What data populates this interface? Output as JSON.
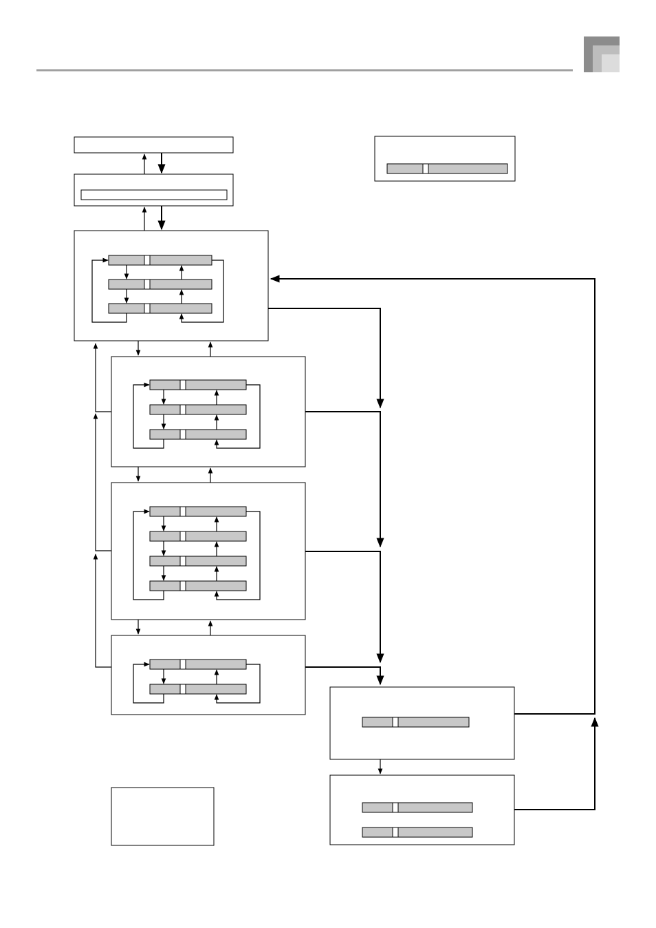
{
  "header": {
    "rule_color": "#a0a0a0",
    "tab_mark": {
      "outer_color": "#8c8c8c",
      "middle_color": "#bdbdbd",
      "inner_color": "#dcdcdc"
    }
  },
  "colors": {
    "box_stroke": "#000000",
    "bar_fill": "#c8c8c8",
    "bar_stroke": "#000000",
    "connector": "#000000"
  },
  "flowchart": {
    "top_box_label": "",
    "second_box_label": "",
    "legend_box_label": "",
    "menu_box_1": {
      "label": "",
      "items": 3
    },
    "menu_box_2": {
      "label": "",
      "items": 3
    },
    "menu_box_3": {
      "label": "",
      "items": 4
    },
    "menu_box_4": {
      "label": "",
      "items": 2
    },
    "result_box_1": {
      "label": "",
      "items": 1
    },
    "result_box_2": {
      "label": "",
      "items": 2
    },
    "note_box_label": ""
  }
}
